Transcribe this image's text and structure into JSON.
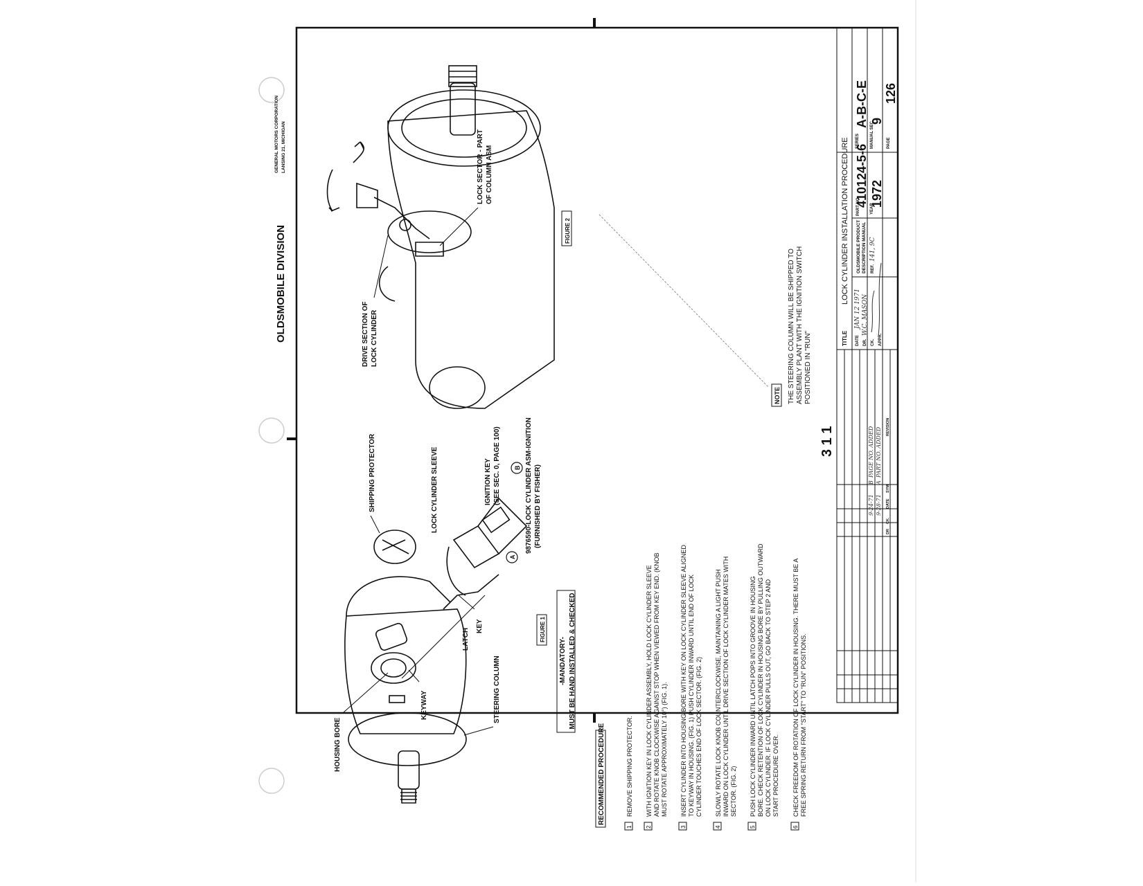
{
  "header": {
    "division": "OLDSMOBILE DIVISION",
    "corporation": "GENERAL MOTORS CORPORATION",
    "city": "LANSING 21, MICHIGAN"
  },
  "figure1": {
    "caption": "FIGURE 1",
    "labels": {
      "housing_bore": "HOUSING BORE",
      "keyway": "KEYWAY",
      "steering_column": "STEERING COLUMN",
      "latch": "LATCH",
      "key": "KEY",
      "shipping_protector": "SHIPPING PROTECTOR",
      "lock_cylinder_sleeve": "LOCK CYLINDER SLEEVE",
      "ignition_key": "IGNITION KEY",
      "ignition_key_ref": "(SEE SEC. 0, PAGE 100)",
      "marker_a": "A",
      "marker_b": "B",
      "part_line1": "9876590-LOCK CYLINDER ASM-IGNITION",
      "part_line2": "(FURNISHED BY FISHER)"
    },
    "mandatory_line1": "-MANDATORY-",
    "mandatory_line2": "MUST BE HAND INSTALLED & CHECKED"
  },
  "figure2": {
    "caption": "FIGURE 2",
    "labels": {
      "drive_section_1": "DRIVE SECTION OF",
      "drive_section_2": "LOCK CYLINDER",
      "lock_sector_1": "LOCK SECTOR - PART",
      "lock_sector_2": "OF COLUMN ASM"
    }
  },
  "procedure": {
    "heading": "RECOMMENDED PROCEDURE",
    "steps": [
      {
        "num": "1",
        "lines": [
          "REMOVE SHIPPING PROTECTOR."
        ]
      },
      {
        "num": "2",
        "lines": [
          "WITH IGNITION KEY IN LOCK CYLINDER ASSEMBLY, HOLD LOCK CYLINDER SLEEVE",
          "AND ROTATE KNOB CLOCKWISE AGAINST STOP WHEN VIEWED FROM KEY END. (KNOB",
          "MUST ROTATE APPROXIMATELY 10°) (FIG. 1)."
        ]
      },
      {
        "num": "3",
        "lines": [
          "INSERT CYLINDER INTO HOUSING BORE WITH KEY ON LOCK CYLINDER SLEEVE ALIGNED",
          "TO KEYWAY IN HOUSING. (FIG. 1) PUSH CYLINDER INWARD UNTIL END OF LOCK",
          "CYLINDER TOUCHES END OF LOCK SECTOR. (FIG. 2)"
        ]
      },
      {
        "num": "4",
        "lines": [
          "SLOWLY ROTATE LOCK KNOB COUNTERCLOCKWISE, MAINTAINING A LIGHT PUSH",
          "INWARD ON LOCK CYLINDER UNTIL DRIVE SECTION OF LOCK CYLINDER MATES WITH",
          "SECTOR. (FIG. 2)"
        ]
      },
      {
        "num": "5",
        "lines": [
          "PUSH LOCK CYLINDER INWARD UNTIL LATCH POPS INTO GROOVE IN HOUSING",
          "BORE. CHECK RETENTION OF LOCK CYLINDER IN HOUSING BORE BY PULLING OUTWARD",
          "ON LOCK CYLINDER. IF LOCK CYLINDER PULLS OUT, GO BACK TO STEP 2 AND",
          "START PROCEDURE OVER."
        ]
      },
      {
        "num": "6",
        "lines": [
          "CHECK FREEDOM OF ROTATION OF LOCK CYLINDER IN HOUSING. THERE MUST BE A",
          "FREE SPRING RETURN FROM \"START\" TO \"RUN\" POSITIONS."
        ]
      }
    ]
  },
  "note": {
    "label": "NOTE",
    "lines": [
      "THE STEERING COLUMN WILL BE SHIPPED TO",
      "ASSEMBLY PLANT WITH THE IGNITION SWITCH",
      "POSITIONED IN \"RUN\""
    ]
  },
  "page_stamp": "3 1 1",
  "title_block": {
    "title_label": "TITLE",
    "title": "LOCK CYLINDER INSTALLATION PROCEDURE",
    "date_label": "DATE",
    "date_value": "JAN 12 1971",
    "dr_label": "DR.",
    "dr_value": "W.C. MASON",
    "ck_label": "CK.",
    "appr_label": "APPR.",
    "product_line1": "OLDSMOBILE PRODUCT",
    "product_line2": "DESCRIPTION MANUAL",
    "ref_label": "REF.",
    "ref_value": "141, 9C",
    "part_no_label": "PART NO.",
    "part_no": "410124-5-6",
    "series_label": "SERIES",
    "series": "A-B-C-E",
    "year_label": "YEAR",
    "year": "1972",
    "manual_sec_label": "MANUAL SEC.",
    "manual_sec": "9",
    "page_label": "PAGE",
    "page": "126"
  },
  "revisions": {
    "headers": [
      "DR",
      "CK.",
      "DATE",
      "SYM",
      "REVISION"
    ],
    "rows": [
      {
        "date": "9-24-71",
        "sym": "B",
        "text": "PAGE NO. ADDED"
      },
      {
        "date": "9-28-71",
        "sym": "A",
        "text": "PART NO. ADDED"
      }
    ]
  }
}
